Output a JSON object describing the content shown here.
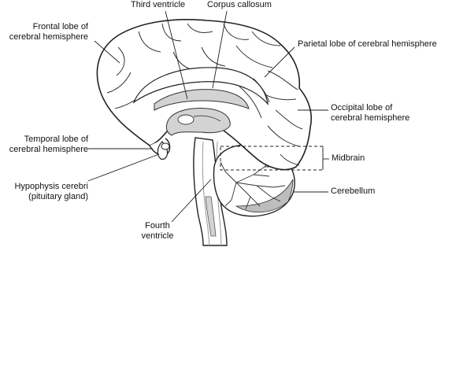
{
  "labels": {
    "frontal_lobe": [
      "Frontal lobe of",
      "cerebral hemisphere"
    ],
    "third_ventricle": "Third ventricle",
    "corpus_callosum": "Corpus callosum",
    "parietal_lobe": "Parietal lobe of cerebral hemisphere",
    "occipital_lobe": [
      "Occipital lobe of",
      "cerebral hemisphere"
    ],
    "temporal_lobe": [
      "Temporal lobe of",
      "cerebral hemisphere"
    ],
    "midbrain": "Midbrain",
    "hypophysis": [
      "Hypophysis cerebri",
      "(pituitary gland)"
    ],
    "cerebellum": "Cerebellum",
    "fourth_ventricle": [
      "Fourth",
      "ventricle"
    ]
  },
  "colors": {
    "outline": "#222222",
    "tissue": "#ffffff",
    "ventricle_fill": "#d3d3d3",
    "leader": "#222222"
  }
}
